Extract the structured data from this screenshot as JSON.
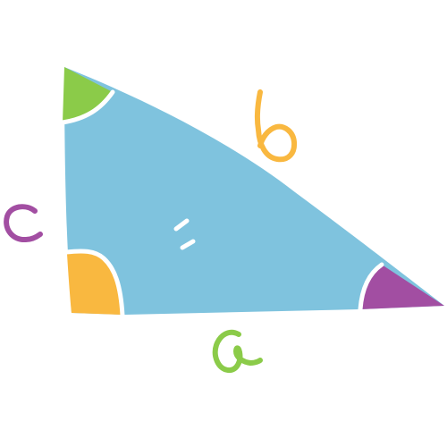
{
  "diagram": {
    "fill_color": "#7fc3de",
    "angle_colors": {
      "top": "#8bcb49",
      "right_angle": "#f9b840",
      "right": "#a24ea2"
    },
    "labels": {
      "a": {
        "text": "a",
        "color": "#8bcb49"
      },
      "b": {
        "text": "b",
        "color": "#f9b840"
      },
      "c": {
        "text": "c",
        "color": "#a24ea2"
      }
    },
    "inner_mark": "="
  }
}
